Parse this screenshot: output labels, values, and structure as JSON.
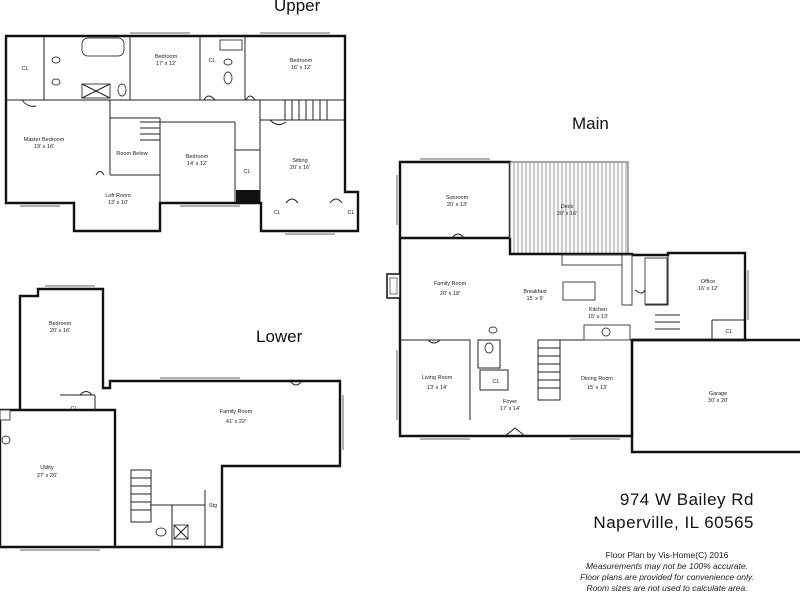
{
  "floors": {
    "upper": "Upper",
    "main": "Main",
    "lower": "Lower"
  },
  "upper_rooms": {
    "cl_left": "CL",
    "bedroom_top": "Bedroom",
    "bedroom_top_dim": "17' x 12'",
    "cl_mid": "CL",
    "bedroom_right": "Bedroom",
    "bedroom_right_dim": "16' x 12'",
    "master": "Master Bedroom",
    "master_dim": "19' x 16'",
    "loft": "Loft Room",
    "loft_dim": "13' x 10'",
    "room_below": "Room Below",
    "bedroom_mid": "Bedroom",
    "bedroom_mid_dim": "14' x 12'",
    "cl_small": "CL",
    "sitting": "Sitting",
    "sitting_dim": "20' x 16'",
    "cl_sit_left": "CL",
    "cl_sit_right": "CL"
  },
  "main_rooms": {
    "sunroom": "Sunroom",
    "sunroom_dim": "20' x 13'",
    "deck": "Deck",
    "deck_dim": "20' x 16'",
    "family": "Family Room",
    "family_dim": "20' x 18'",
    "breakfast": "Breakfast",
    "breakfast_dim": "15' x 9'",
    "kitchen": "Kitchen",
    "kitchen_dim": "15' x 13'",
    "office": "Office",
    "office_dim": "16' x 12'",
    "cl_office": "CL",
    "living": "Living Room",
    "living_dim": "13' x 14'",
    "cl_foyer": "CL",
    "foyer": "Foyer",
    "foyer_dim": "17' x 14'",
    "dining": "Dining Room",
    "dining_dim": "15' x 13'",
    "garage": "Garage",
    "garage_dim": "30' x 20'"
  },
  "lower_rooms": {
    "bedroom": "Bedroom",
    "bedroom_dim": "20' x 16'",
    "cl": "CL",
    "family": "Family Room",
    "family_dim": "41' x 22'",
    "utility": "Utility",
    "utility_dim": "27' x 20'",
    "stg": "Stg"
  },
  "address": {
    "line1": "974 W Bailey Rd",
    "line2": "Naperville, IL 60565"
  },
  "credits": {
    "line1": "Floor Plan by Vis-Home(C) 2016",
    "line2": "Measurements may not be 100% accurate.",
    "line3": "Floor plans are provided for convenience only.",
    "line4": "Room sizes are not used to calculate area."
  }
}
